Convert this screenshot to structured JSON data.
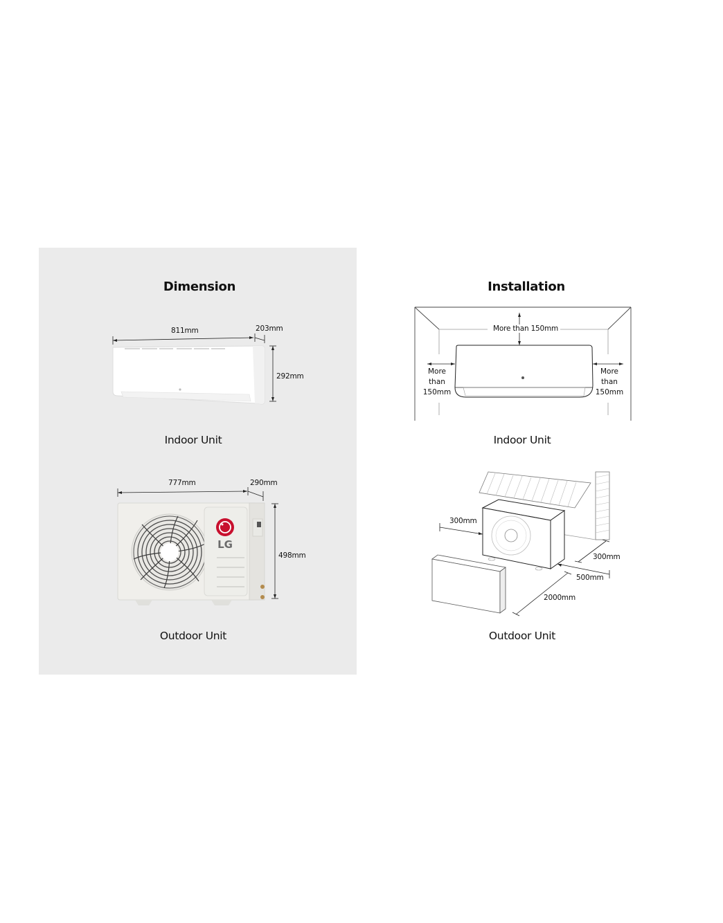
{
  "dimension": {
    "title": "Dimension",
    "indoor": {
      "caption": "Indoor Unit",
      "width": "811mm",
      "depth": "203mm",
      "height": "292mm"
    },
    "outdoor": {
      "caption": "Outdoor Unit",
      "width": "777mm",
      "depth": "290mm",
      "height": "498mm",
      "logo_text": "LG"
    }
  },
  "installation": {
    "title": "Installation",
    "indoor": {
      "caption": "Indoor Unit",
      "top_clearance": "More than 150mm",
      "left_clearance": [
        "More",
        "than",
        "150mm"
      ],
      "right_clearance": [
        "More",
        "than",
        "150mm"
      ]
    },
    "outdoor": {
      "caption": "Outdoor Unit",
      "left_clearance": "300mm",
      "rear_clearance": "300mm",
      "side_clearance": "500mm",
      "front_clearance": "2000mm"
    }
  },
  "colors": {
    "panel_bg": "#ebebeb",
    "lg_red": "#c8102e",
    "line": "#222222"
  }
}
